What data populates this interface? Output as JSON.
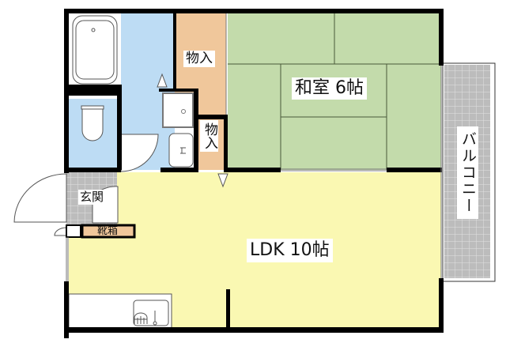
{
  "floor_plan": {
    "rooms": {
      "washitsu": {
        "label": "和室 6帖",
        "type": "japanese-room",
        "tatami": 6
      },
      "ldk": {
        "label": "LDK 10帖",
        "type": "living-dining-kitchen",
        "tatami": 10
      },
      "closet_1": {
        "label": "物入"
      },
      "closet_2": {
        "label": "物入"
      },
      "entrance": {
        "label": "玄関"
      },
      "shoe_cabinet": {
        "label": "靴箱"
      },
      "balcony": {
        "label": "バルコニー"
      }
    },
    "colors": {
      "tatami": "#c3dbab",
      "ldk": "#faf8b2",
      "wet_area": "#bddcf4",
      "storage": "#f0c79b",
      "balcony": "#bcbcbc",
      "entrance": "#c4c4c4",
      "wall": "#000000"
    }
  }
}
